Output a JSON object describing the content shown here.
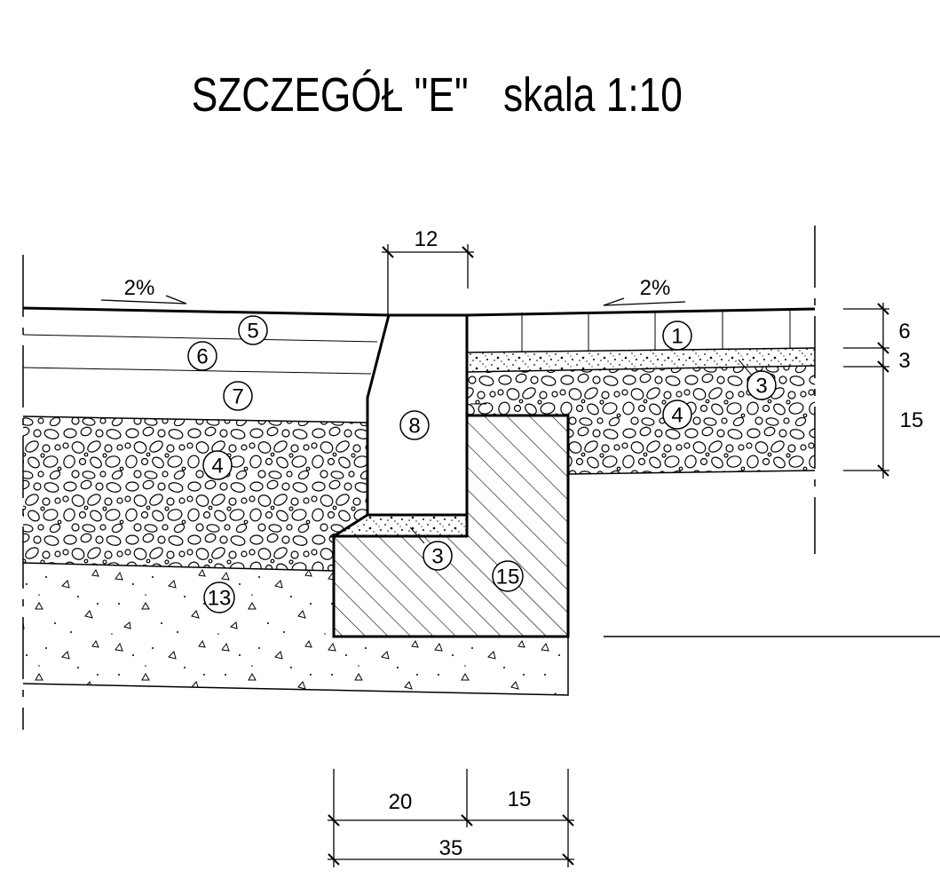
{
  "title": {
    "detail": "SZCZEGÓŁ \"E\"",
    "scale": "skala 1:10"
  },
  "slopes": {
    "left": "2%",
    "right": "2%"
  },
  "dimensions": {
    "curb_width": "12",
    "right_layers": [
      "6",
      "3",
      "15"
    ],
    "bottom": [
      "20",
      "15",
      "35"
    ]
  },
  "layer_labels": {
    "l1": "1",
    "l3_right": "3",
    "l3_bottom": "3",
    "l4_left": "4",
    "l4_right": "4",
    "l5": "5",
    "l6": "6",
    "l7": "7",
    "l8": "8",
    "l13": "13",
    "l15": "15"
  }
}
